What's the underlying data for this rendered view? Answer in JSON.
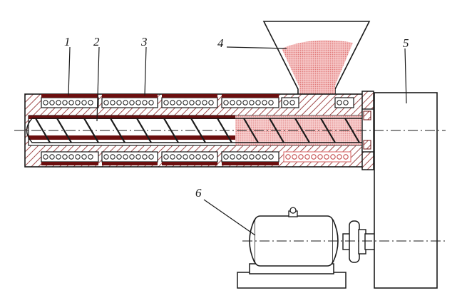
{
  "diagram": {
    "labels": [
      {
        "id": "1",
        "text": "1"
      },
      {
        "id": "2",
        "text": "2"
      },
      {
        "id": "3",
        "text": "3"
      },
      {
        "id": "4",
        "text": "4"
      },
      {
        "id": "5",
        "text": "5"
      },
      {
        "id": "6",
        "text": "6"
      }
    ],
    "colors": {
      "line": "#1a1a1a",
      "heater": "#6b0f0f",
      "material": "#e07a7a",
      "material_light": "#f2b8b8",
      "hatch": "#8a2020",
      "background": "#ffffff"
    }
  }
}
